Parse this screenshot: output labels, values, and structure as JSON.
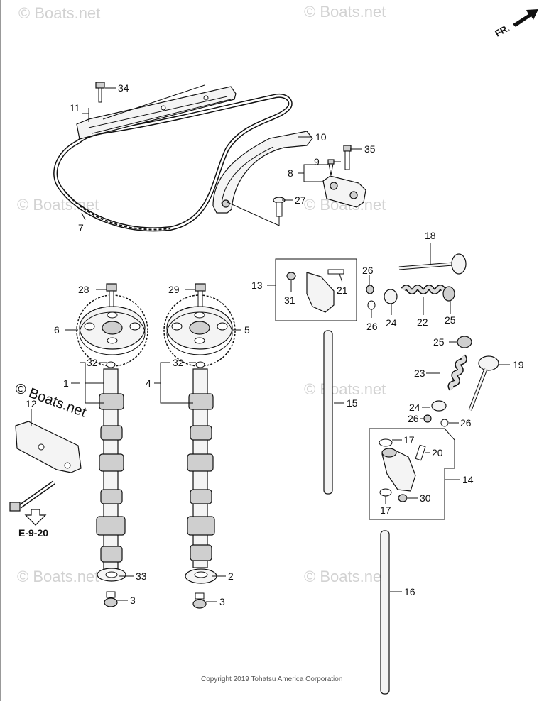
{
  "watermark": "© Boats.net",
  "watermark_primary": "© Boats.net",
  "direction_label": "FR.",
  "reference_label": "E-9-20",
  "copyright": "Copyright 2019 Tohatsu America Corporation",
  "callouts": {
    "p1": "1",
    "p2": "2",
    "p3a": "3",
    "p3b": "3",
    "p4": "4",
    "p5": "5",
    "p6": "6",
    "p7": "7",
    "p8": "8",
    "p9": "9",
    "p10": "10",
    "p11": "11",
    "p12": "12",
    "p13": "13",
    "p14": "14",
    "p15": "15",
    "p16": "16",
    "p17a": "17",
    "p17b": "17",
    "p18": "18",
    "p19": "19",
    "p20": "20",
    "p21": "21",
    "p22": "22",
    "p23": "23",
    "p24a": "24",
    "p24b": "24",
    "p25a": "25",
    "p25b": "25",
    "p26a": "26",
    "p26b": "26",
    "p26c": "26",
    "p26d": "26",
    "p27": "27",
    "p28": "28",
    "p29": "29",
    "p30": "30",
    "p31": "31",
    "p32a": "32",
    "p32b": "32",
    "p33": "33",
    "p34": "34",
    "p35": "35"
  }
}
